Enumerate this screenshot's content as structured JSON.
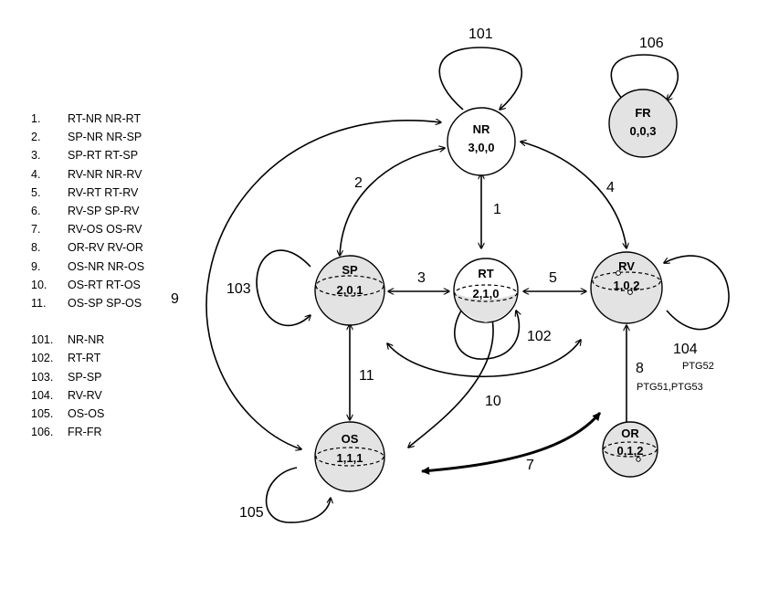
{
  "legend_transitions": [
    {
      "num": "1.",
      "text": "RT-NR NR-RT"
    },
    {
      "num": "2.",
      "text": "SP-NR NR-SP"
    },
    {
      "num": "3.",
      "text": "SP-RT RT-SP"
    },
    {
      "num": "4.",
      "text": "RV-NR NR-RV"
    },
    {
      "num": "5.",
      "text": "RV-RT RT-RV"
    },
    {
      "num": "6.",
      "text": "RV-SP SP-RV"
    },
    {
      "num": "7.",
      "text": "RV-OS OS-RV"
    },
    {
      "num": "8.",
      "text": "OR-RV RV-OR"
    },
    {
      "num": "9.",
      "text": "OS-NR NR-OS"
    },
    {
      "num": "10.",
      "text": "OS-RT RT-OS"
    },
    {
      "num": "11.",
      "text": "OS-SP SP-OS"
    }
  ],
  "legend_loops": [
    {
      "num": "101.",
      "text": "NR-NR"
    },
    {
      "num": "102.",
      "text": "RT-RT"
    },
    {
      "num": "103.",
      "text": "SP-SP"
    },
    {
      "num": "104.",
      "text": "RV-RV"
    },
    {
      "num": "105.",
      "text": "OS-OS"
    },
    {
      "num": "106.",
      "text": "FR-FR"
    }
  ],
  "nodes": {
    "NR": {
      "name": "NR",
      "value": "3,0,0"
    },
    "FR": {
      "name": "FR",
      "value": "0,0,3"
    },
    "SP": {
      "name": "SP",
      "value": "2,0,1"
    },
    "RT": {
      "name": "RT",
      "value": "2,1,0"
    },
    "RV": {
      "name": "RV",
      "value": "1,0,2"
    },
    "OS": {
      "name": "OS",
      "value": "1,1,1"
    },
    "OR": {
      "name": "OR",
      "value": "0,1,2"
    }
  },
  "edge_labels": {
    "e1": "1",
    "e2": "2",
    "e3": "3",
    "e4": "4",
    "e5": "5",
    "e7": "7",
    "e8": "8",
    "e9": "9",
    "e10": "10",
    "e11": "11",
    "l101": "101",
    "l102": "102",
    "l103": "103",
    "l104": "104",
    "l105": "105",
    "l106": "106"
  },
  "annotations": {
    "ptg52": "PTG52",
    "ptg51_53": "PTG51,PTG53"
  }
}
